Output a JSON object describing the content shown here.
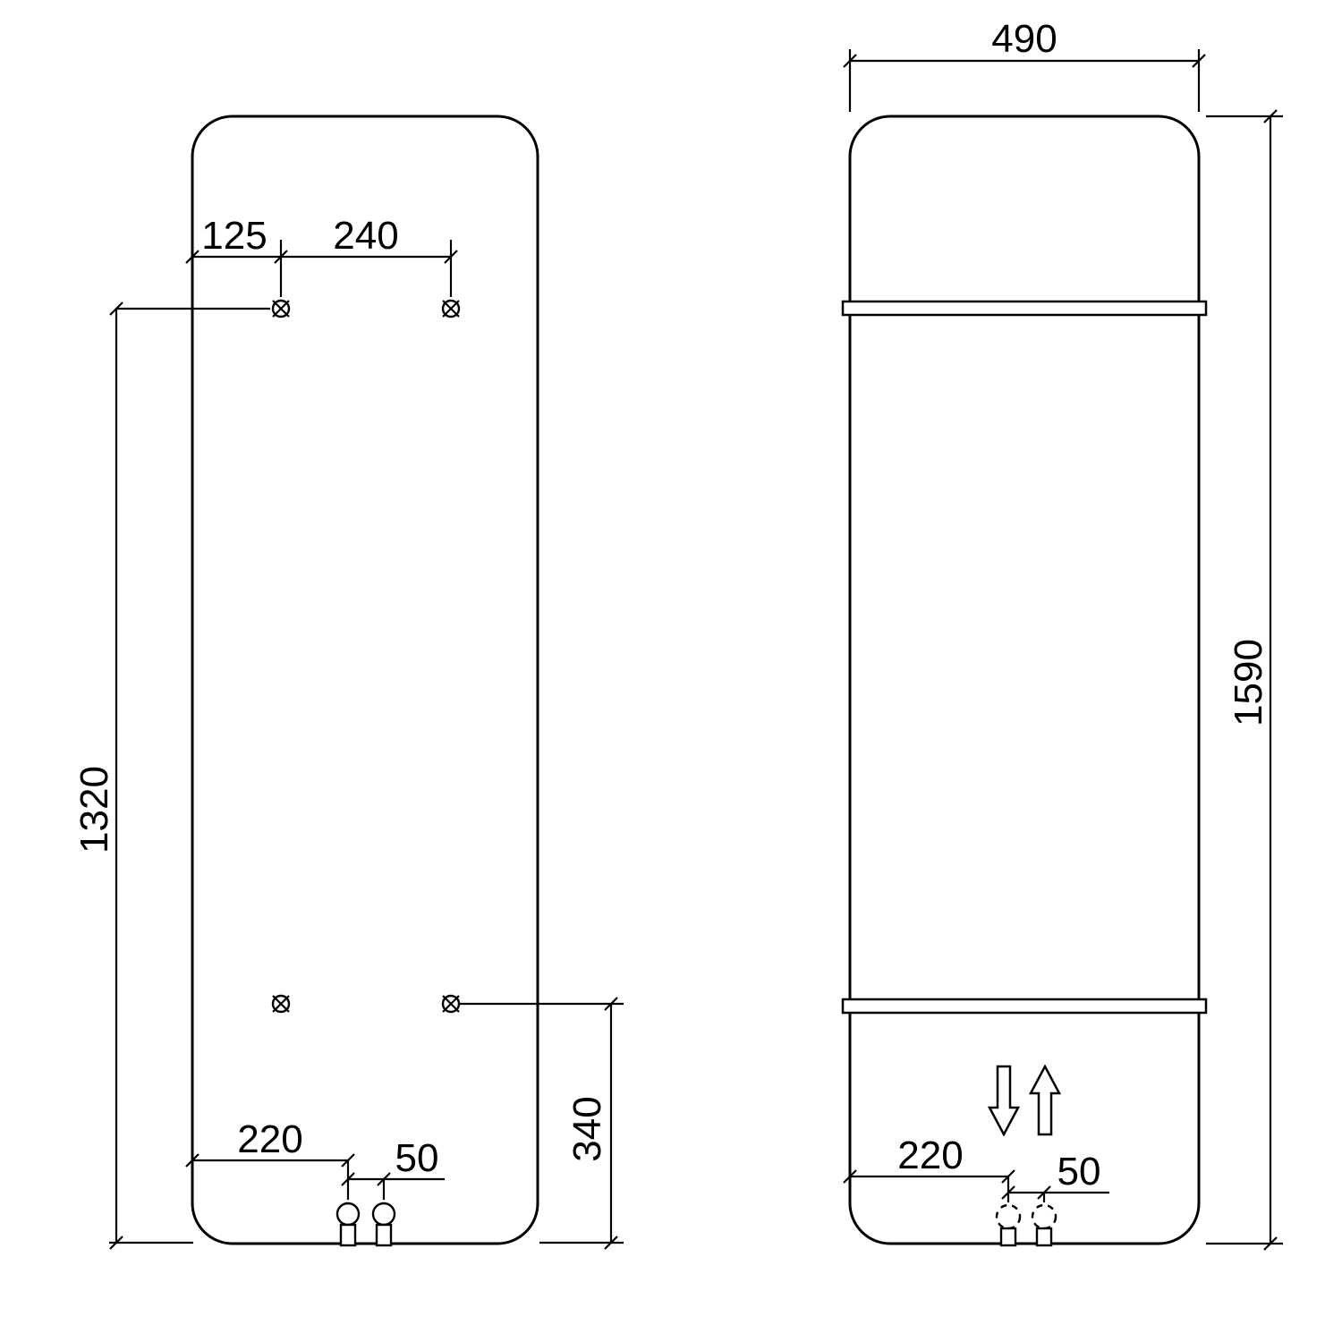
{
  "page": {
    "background": "#ffffff",
    "line_color": "#000000"
  },
  "rear_view": {
    "dim_bracket_offset_left": "125",
    "dim_bracket_spacing": "240",
    "dim_bracket_vertical_span": "1320",
    "dim_bracket_to_bottom": "340",
    "dim_pipe_offset_left": "220",
    "dim_pipe_spacing": "50"
  },
  "front_view": {
    "dim_width": "490",
    "dim_height": "1590",
    "dim_pipe_offset_left": "220",
    "dim_pipe_spacing": "50"
  }
}
